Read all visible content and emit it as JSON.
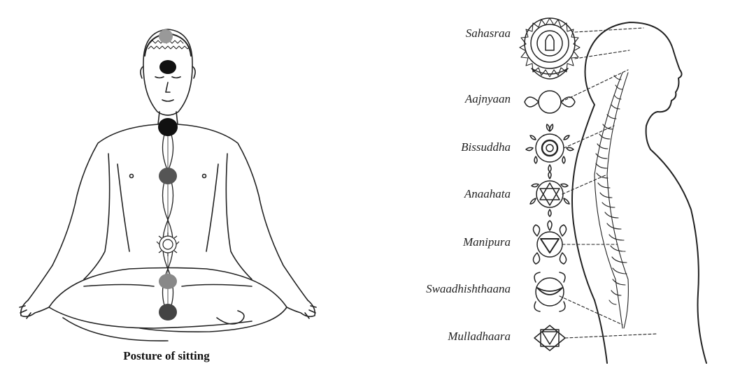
{
  "caption": "Posture of sitting",
  "chakras": [
    {
      "name": "Sahasraa"
    },
    {
      "name": "Aajnyaan"
    },
    {
      "name": "Bissuddha"
    },
    {
      "name": "Anaahata"
    },
    {
      "name": "Manipura"
    },
    {
      "name": "Swaadhishthaana"
    },
    {
      "name": "Mulladhaara"
    }
  ],
  "colors": {
    "line": "#222222",
    "crown": "#999999",
    "dark": "#111111",
    "mid": "#555555",
    "grey": "#888888"
  }
}
